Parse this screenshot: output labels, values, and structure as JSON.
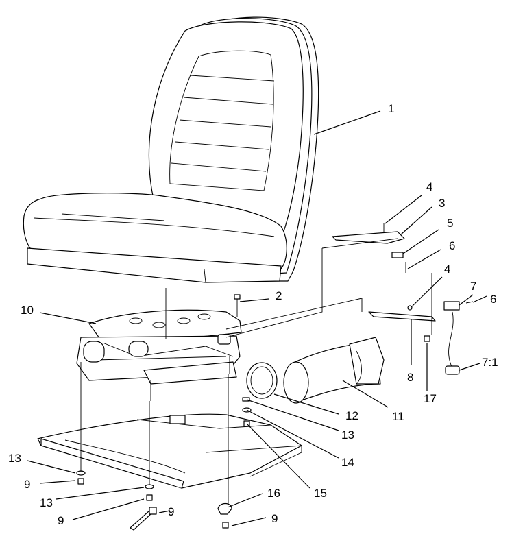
{
  "callouts": [
    {
      "id": "c1",
      "text": "1"
    },
    {
      "id": "c2",
      "text": "2"
    },
    {
      "id": "c3",
      "text": "3"
    },
    {
      "id": "c4a",
      "text": "4"
    },
    {
      "id": "c4b",
      "text": "4"
    },
    {
      "id": "c5",
      "text": "5"
    },
    {
      "id": "c6a",
      "text": "6"
    },
    {
      "id": "c6b",
      "text": "6"
    },
    {
      "id": "c7",
      "text": "7"
    },
    {
      "id": "c7_1",
      "text": "7:1"
    },
    {
      "id": "c8",
      "text": "8"
    },
    {
      "id": "c9a",
      "text": "9"
    },
    {
      "id": "c9b",
      "text": "9"
    },
    {
      "id": "c9c",
      "text": "9"
    },
    {
      "id": "c9d",
      "text": "9"
    },
    {
      "id": "c10",
      "text": "10"
    },
    {
      "id": "c11",
      "text": "11"
    },
    {
      "id": "c12",
      "text": "12"
    },
    {
      "id": "c13a",
      "text": "13"
    },
    {
      "id": "c13b",
      "text": "13"
    },
    {
      "id": "c13c",
      "text": "13"
    },
    {
      "id": "c14",
      "text": "14"
    },
    {
      "id": "c15",
      "text": "15"
    },
    {
      "id": "c16",
      "text": "16"
    },
    {
      "id": "c17",
      "text": "17"
    }
  ]
}
